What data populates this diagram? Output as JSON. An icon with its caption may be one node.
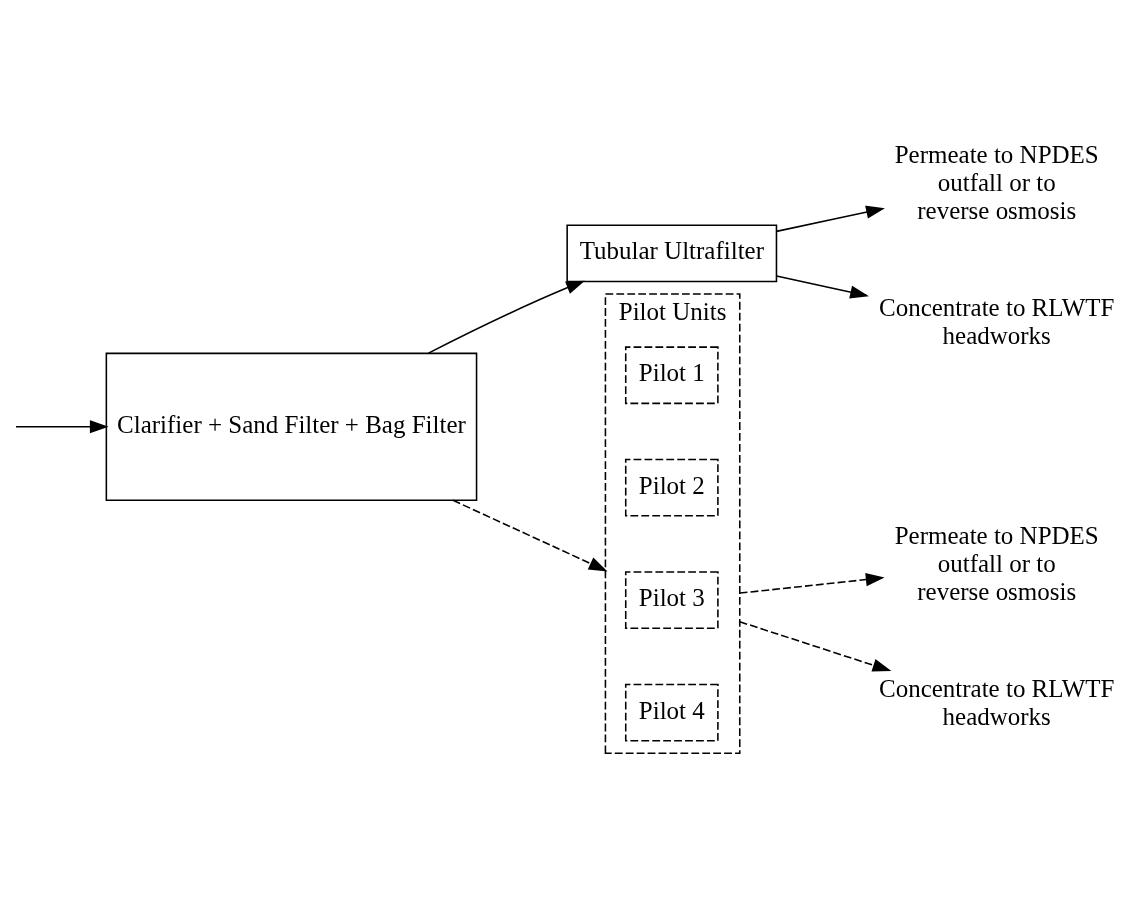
{
  "diagram": {
    "nodes": [
      {
        "text": [
          "Clarifier + Sand Filter + Bag Filter"
        ]
      },
      {
        "text": [
          "Tubular Ultrafilter"
        ]
      },
      {
        "text": [
          "Permeate to NPDES outfall or to reverse osmosis"
        ]
      },
      {
        "text": [
          "Concentrate to RLWTF headworks"
        ]
      },
      {
        "text": [
          "Pilot Units"
        ]
      },
      {
        "text": [
          "Pilot 1"
        ],
        "in": 4
      },
      {
        "text": [
          "Pilot 2"
        ],
        "in": 4
      },
      {
        "text": [
          "Pilot 3"
        ],
        "in": 4
      },
      {
        "text": [
          "Pilot 4"
        ],
        "in": 4
      },
      {
        "text": [
          "Permeate to NPDES outfall or to reverse osmosis"
        ]
      },
      {
        "text": [
          "Concentrate to RLWTF headworks"
        ]
      }
    ],
    "edges": [
      {
        "from": null,
        "to": 0,
        "arrow": "to"
      },
      {
        "from": 0,
        "to": 1,
        "arrow": "to"
      },
      {
        "from": 0,
        "to": 4,
        "arrow": "to",
        "style": "dashed"
      },
      {
        "from": 1,
        "to": 2,
        "arrow": "to"
      },
      {
        "from": 1,
        "to": 3,
        "arrow": "to"
      },
      {
        "from": 4,
        "to": 9,
        "arrow": "to",
        "style": "dashed"
      },
      {
        "from": 4,
        "to": 10,
        "arrow": "to",
        "style": "dashed"
      }
    ]
  }
}
